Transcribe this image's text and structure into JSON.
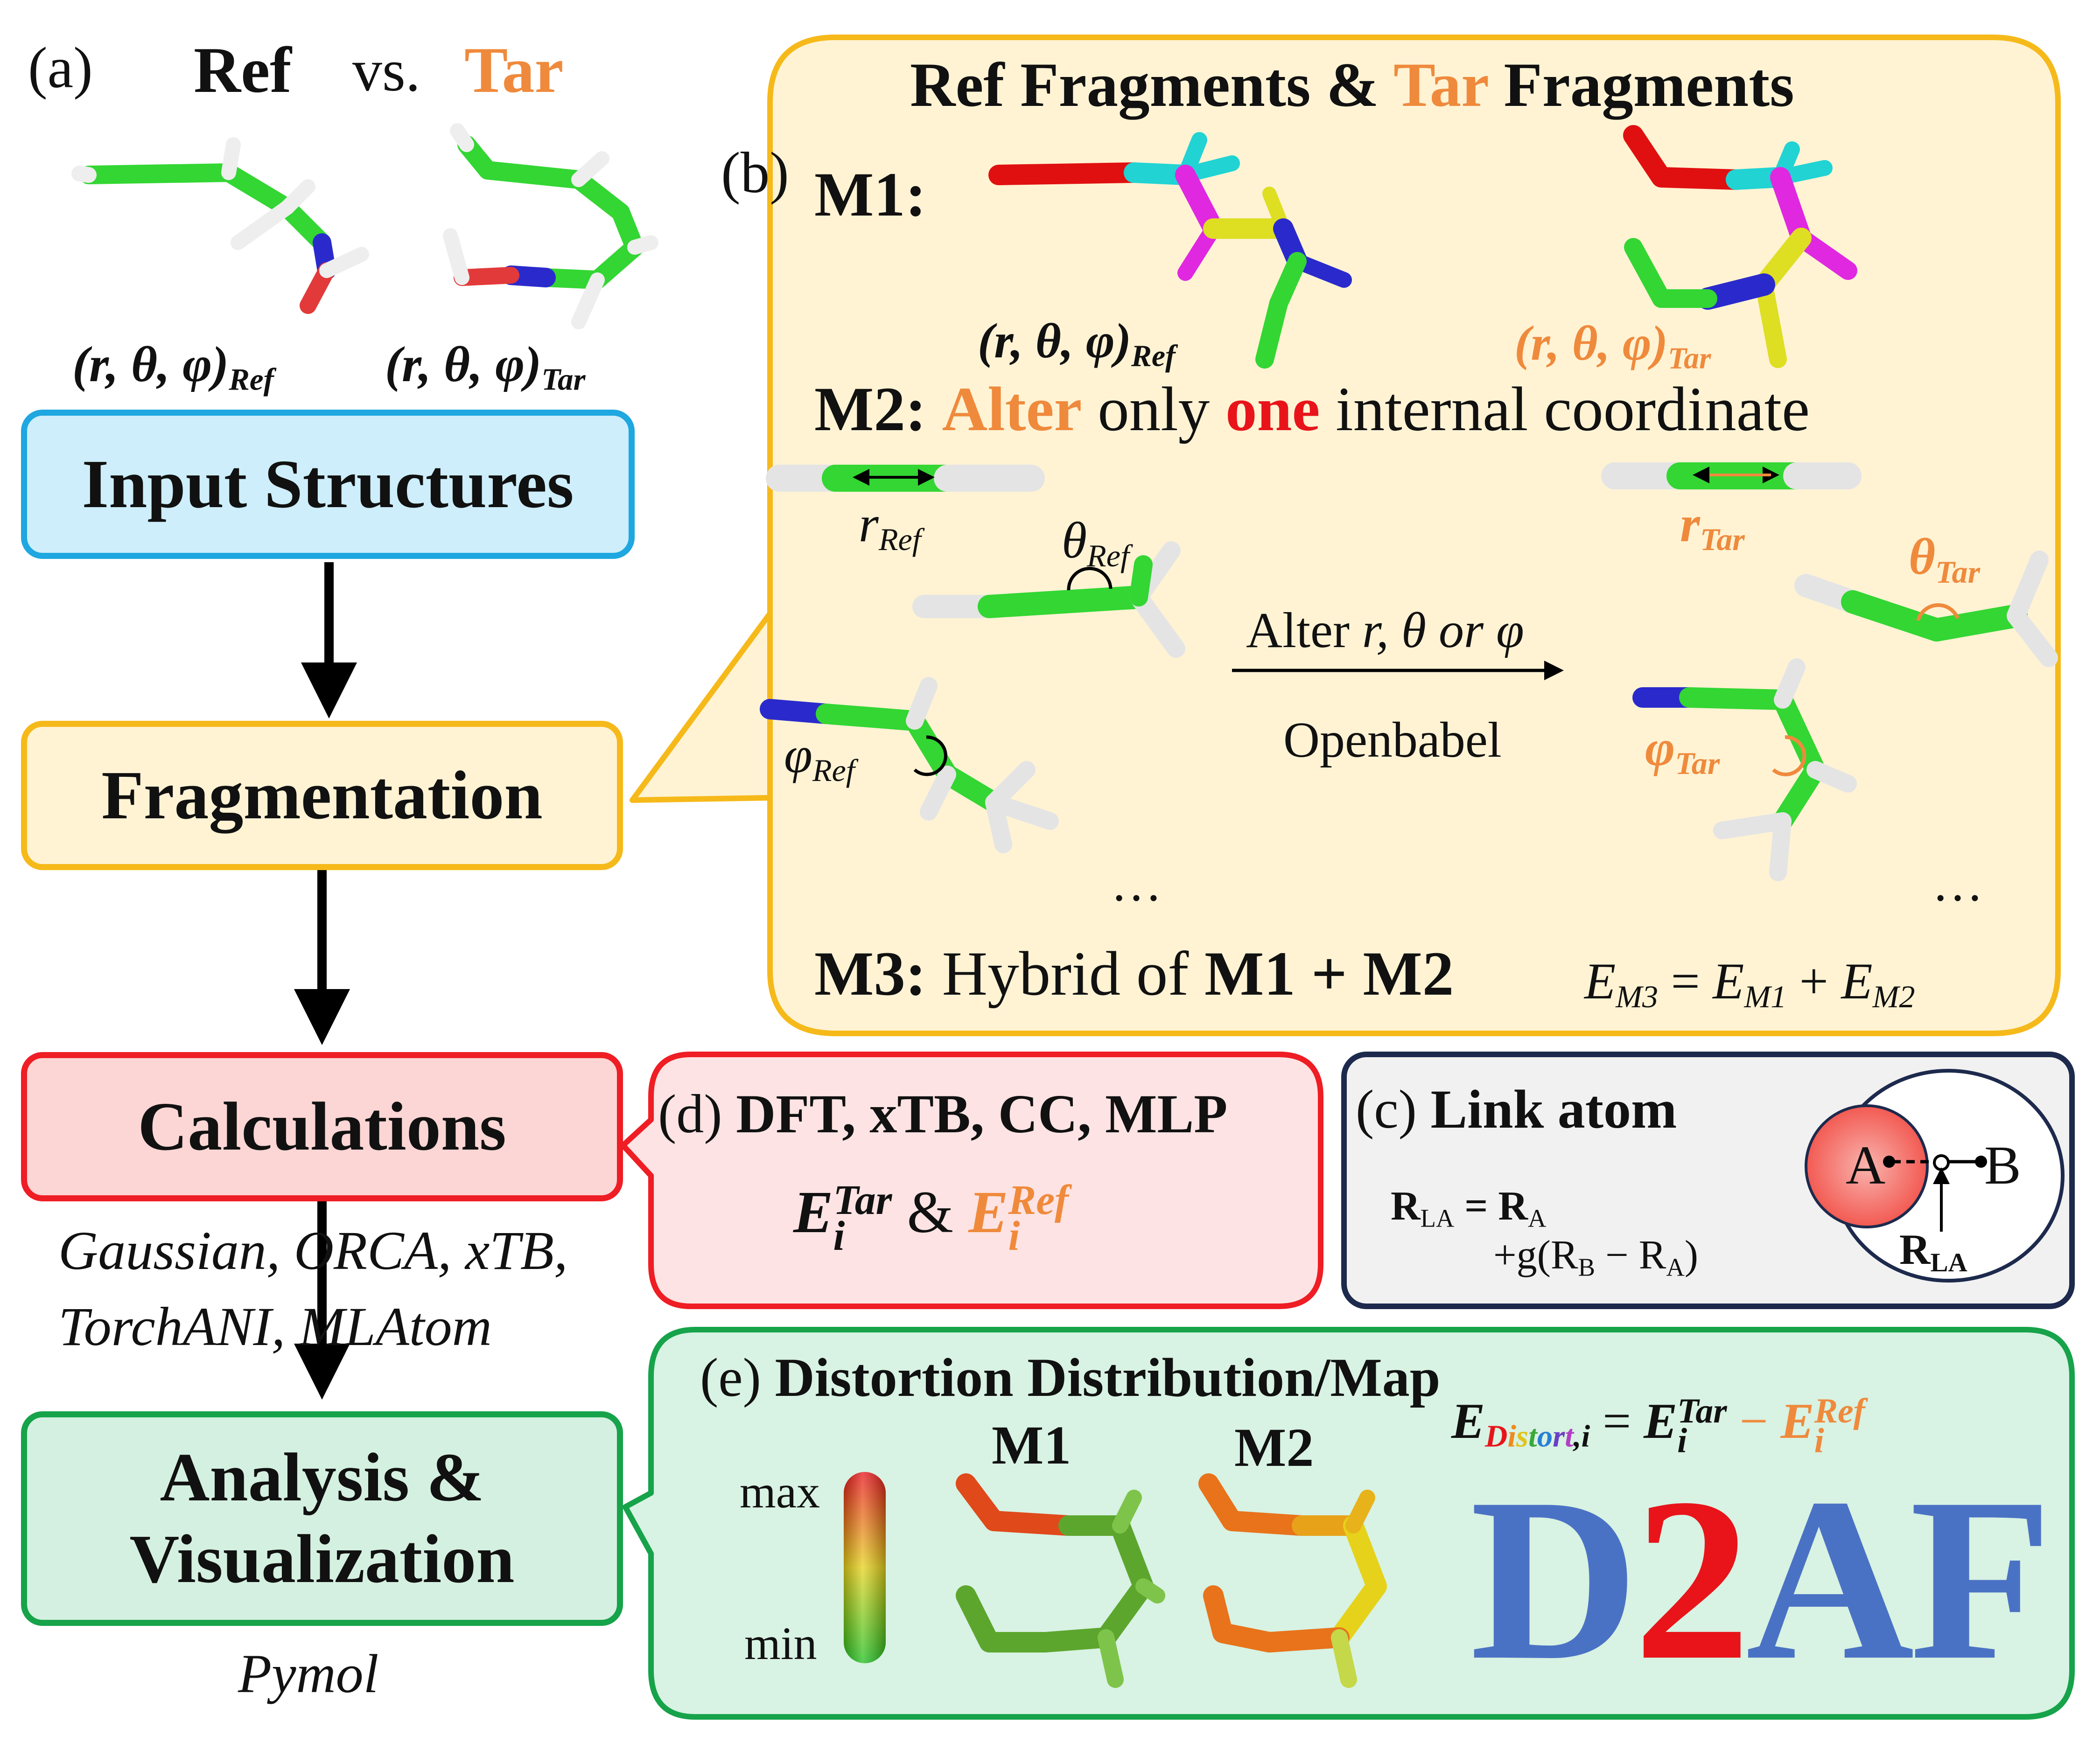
{
  "colors": {
    "accent_orange": "#ef8a3c",
    "accent_red": "#e8141a",
    "input_box_border": "#1ea7e0",
    "input_box_fill": "#cdeefa",
    "frag_box_border": "#f6b91a",
    "frag_box_fill": "#fff3d4",
    "calc_box_border": "#ef1d24",
    "calc_box_fill": "#fbd6d4",
    "analysis_box_border": "#16a34a",
    "analysis_box_fill": "#d4f0e0",
    "link_box_border": "#1d2a4d",
    "link_box_fill": "#f1f1f1",
    "d2af_blue": "#4a72c4"
  },
  "panel_a": {
    "label": "(a)",
    "ref": "Ref",
    "vs": "vs.",
    "tar": "Tar",
    "coords_ref": "(r, θ, φ)",
    "coords_ref_sub": "Ref",
    "coords_tar": "(r, θ, φ)",
    "coords_tar_sub": "Tar"
  },
  "flow": {
    "input": "Input Structures",
    "fragmentation": "Fragmentation",
    "calculations": "Calculations",
    "analysis_line1": "Analysis &",
    "analysis_line2": "Visualization",
    "software_line1": "Gaussian, ORCA, xTB,",
    "software_line2": "TorchANI, MLAtom",
    "pymol": "Pymol"
  },
  "panel_b": {
    "title_ref": "Ref Fragments",
    "title_amp": "&",
    "title_tar": "Tar",
    "title_frag": "Fragments",
    "label": "(b)",
    "m1": "M1:",
    "m1_ref_coords": "(r, θ, φ)",
    "m1_ref_sub": "Ref",
    "m1_tar_coords": "(r, θ, φ)",
    "m1_tar_sub": "Tar",
    "m2_head": "M2:",
    "m2_alter": "Alter",
    "m2_only": "only",
    "m2_one": "one",
    "m2_rest": "internal coordinate",
    "r_ref": "r",
    "r_ref_sub": "Ref",
    "theta_ref": "θ",
    "theta_ref_sub": "Ref",
    "phi_ref": "φ",
    "phi_ref_sub": "Ref",
    "r_tar": "r",
    "r_tar_sub": "Tar",
    "theta_tar": "θ",
    "theta_tar_sub": "Tar",
    "phi_tar": "φ",
    "phi_tar_sub": "Tar",
    "arrow_top_pre": "Alter",
    "arrow_top_var": "r, θ or φ",
    "arrow_bottom": "Openbabel",
    "ellipsis_left": "…",
    "ellipsis_right": "…",
    "m3_head": "M3:",
    "m3_text": "Hybrid of",
    "m3_m1": "M1",
    "m3_plus": "+",
    "m3_m2": "M2",
    "eq_lhs": "E",
    "eq_lhs_sub": "M3",
    "eq_eq": "=",
    "eq_t1": "E",
    "eq_t1_sub": "M1",
    "eq_plus": "+",
    "eq_t2": "E",
    "eq_t2_sub": "M2"
  },
  "panel_d": {
    "label": "(d)",
    "methods": "DFT, xTB, CC, MLP",
    "e_tar": "E",
    "e_tar_sup": "Tar",
    "e_tar_sub": "i",
    "amp": "&",
    "e_ref": "E",
    "e_ref_sup": "Ref",
    "e_ref_sub": "i"
  },
  "panel_c": {
    "label": "(c)",
    "title": "Link atom",
    "eq1_lhs": "R",
    "eq1_lhs_sub": "LA",
    "eq1_eq": "= R",
    "eq1_sub": "A",
    "eq2": "+g(R",
    "eq2_sub_b": "B",
    "eq2_minus": " − R",
    "eq2_sub_a": "A",
    "eq2_close": ")",
    "atom_a": "A",
    "atom_b": "B",
    "rla": "R",
    "rla_sub": "LA"
  },
  "panel_e": {
    "label": "(e)",
    "title": "Distortion Distribution/Map",
    "m1": "M1",
    "m2": "M2",
    "max": "max",
    "min": "min",
    "e_lhs": "E",
    "e_sub_letters": [
      "D",
      "i",
      "s",
      "t",
      "o",
      "r",
      "t"
    ],
    "e_sub_colors": [
      "#e8141a",
      "#f08a1d",
      "#e3c21a",
      "#3aa83a",
      "#2a7fd4",
      "#6a3fc4",
      "#b23fc4"
    ],
    "e_sub_tail": ",i",
    "eq": "=",
    "e_tar": "E",
    "e_tar_sup": "Tar",
    "e_tar_sub": "i",
    "minus": "−",
    "e_ref": "E",
    "e_ref_sup": "Ref",
    "e_ref_sub": "i",
    "logo_d": "D",
    "logo_2": "2",
    "logo_af": "AF"
  }
}
